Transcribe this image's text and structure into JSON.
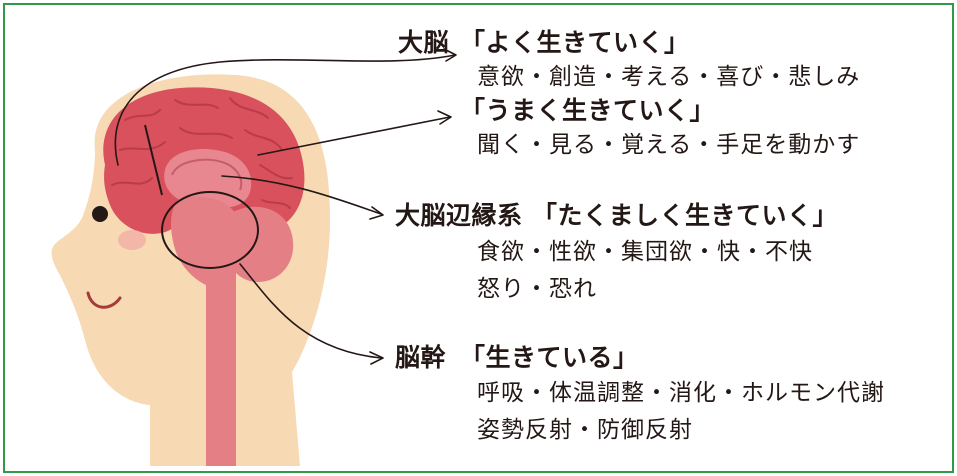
{
  "cerebrum": {
    "name": "大脳",
    "role1": "「よく生きていく」",
    "functions1": "意欲・創造・考える・喜び・悲しみ",
    "role2": "「うまく生きていく」",
    "functions2": "聞く・見る・覚える・手足を動かす"
  },
  "limbic": {
    "name": "大脳辺縁系",
    "role": "「たくましく生きていく」",
    "functions1": "食欲・性欲・集団欲・快・不快",
    "functions2": "怒り・恐れ"
  },
  "brainstem": {
    "name": "脳幹",
    "role": "「生きている」",
    "functions1": "呼吸・体温調整・消化・ホルモン代謝",
    "functions2": "姿勢反射・防御反射"
  },
  "colors": {
    "frame": "#2f9a48",
    "skin": "#f7d9b4",
    "cerebrum": "#d9515c",
    "cerebrum_dark": "#b83c49",
    "limbic": "#e98790",
    "stem": "#e57f86",
    "cheek": "#f3b7a8",
    "text": "#231815"
  }
}
